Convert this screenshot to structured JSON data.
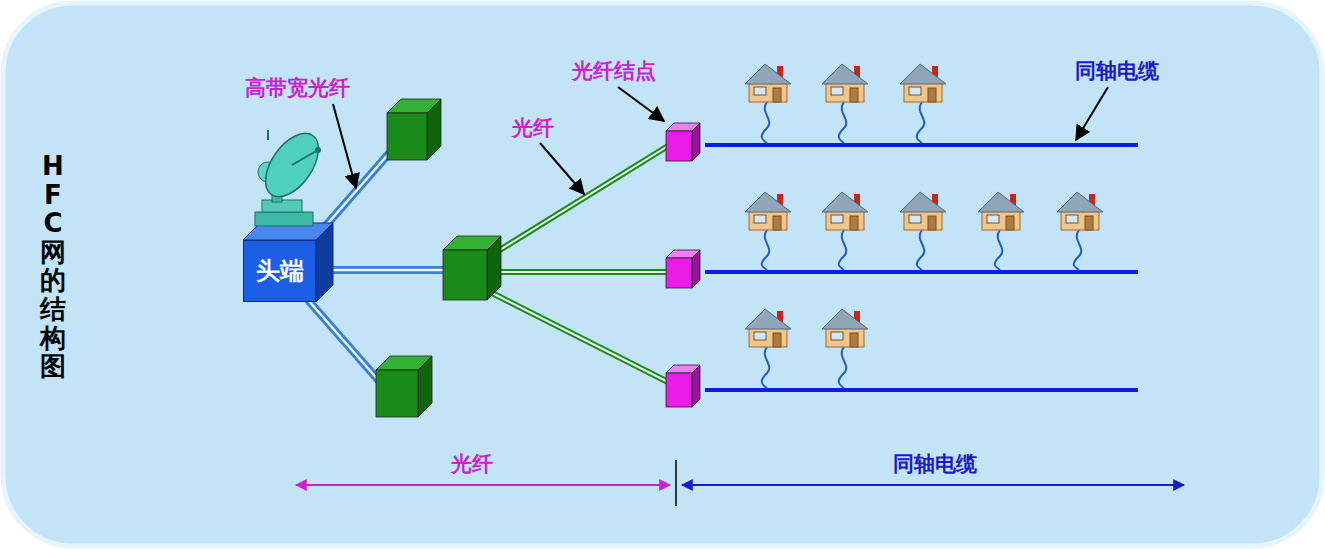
{
  "diagram": {
    "title": "HFC 网的结构图",
    "nodes": [
      {
        "text": [
          "头端"
        ]
      }
    ],
    "labels": [
      "高带宽光纤",
      "光纤",
      "光纤结点",
      "同轴电缆",
      "光纤",
      "同轴电缆"
    ]
  }
}
